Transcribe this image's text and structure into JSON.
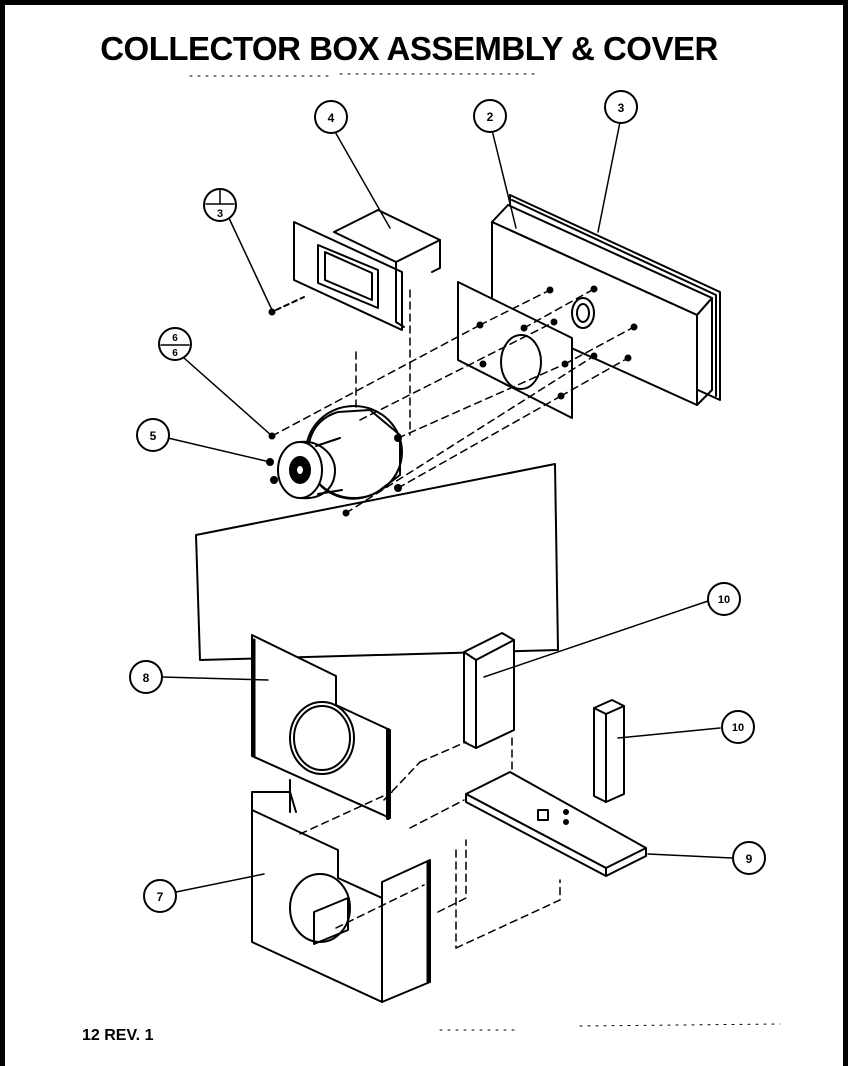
{
  "title": "COLLECTOR BOX ASSEMBLY & COVER",
  "page_ref": "12 REV. 1",
  "callouts": {
    "c1": "1",
    "c1_sub": "3",
    "c2": "2",
    "c3": "3",
    "c4": "4",
    "c5": "5",
    "c6": "6",
    "c6_sub": "6",
    "c7": "7",
    "c8": "8",
    "c9": "9",
    "c10a": "10",
    "c10b": "10"
  }
}
